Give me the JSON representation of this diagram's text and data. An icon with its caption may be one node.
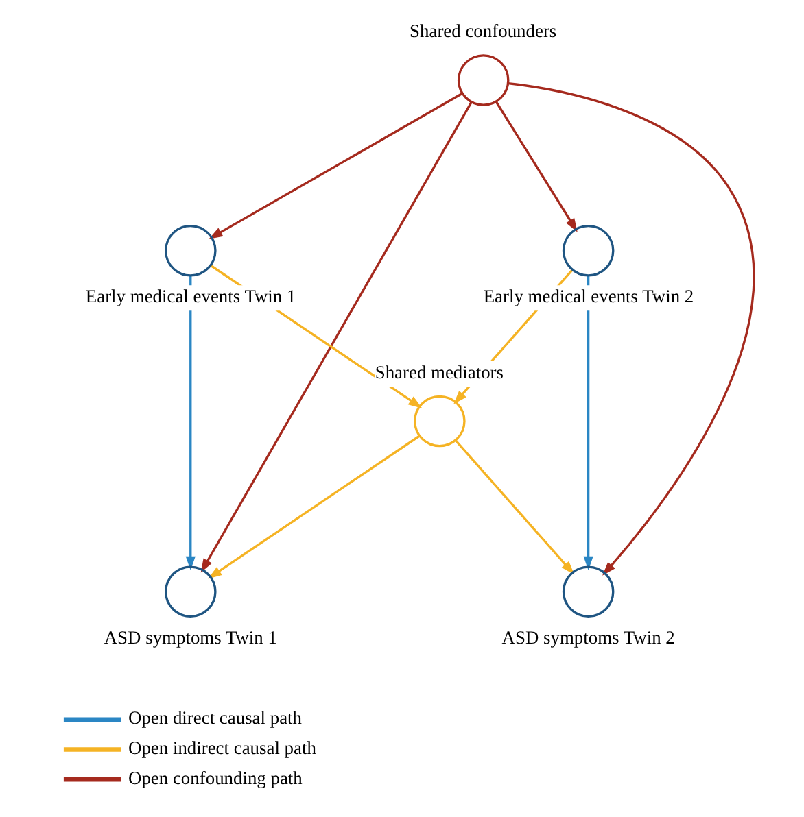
{
  "diagram": {
    "nodes": [
      {
        "text": [
          "Shared confounders"
        ]
      },
      {
        "text": [
          "Early medical events Twin 1"
        ]
      },
      {
        "text": [
          "Early medical events Twin 2"
        ]
      },
      {
        "text": [
          "Shared mediators"
        ]
      },
      {
        "text": [
          "ASD symptoms Twin 1"
        ]
      },
      {
        "text": [
          "ASD symptoms Twin 2"
        ]
      }
    ],
    "edges": [
      {
        "from": 0,
        "to": 1,
        "arrow": "to",
        "color": "#a52a1e"
      },
      {
        "from": 0,
        "to": 2,
        "arrow": "to",
        "color": "#a52a1e"
      },
      {
        "from": 0,
        "to": 4,
        "arrow": "to",
        "color": "#a52a1e"
      },
      {
        "from": 0,
        "to": 5,
        "arrow": "to",
        "color": "#a52a1e"
      },
      {
        "from": 1,
        "to": 4,
        "arrow": "to",
        "color": "#2a86c4"
      },
      {
        "from": 2,
        "to": 5,
        "arrow": "to",
        "color": "#2a86c4"
      },
      {
        "from": 1,
        "to": 3,
        "arrow": "to",
        "color": "#f5b324"
      },
      {
        "from": 2,
        "to": 3,
        "arrow": "to",
        "color": "#f5b324"
      },
      {
        "from": 3,
        "to": 4,
        "arrow": "to",
        "color": "#f5b324"
      },
      {
        "from": 3,
        "to": 5,
        "arrow": "to",
        "color": "#f5b324"
      }
    ],
    "legend": [
      {
        "text": "Open direct causal path"
      },
      {
        "text": "Open indirect causal path"
      },
      {
        "text": "Open confounding path"
      }
    ]
  }
}
